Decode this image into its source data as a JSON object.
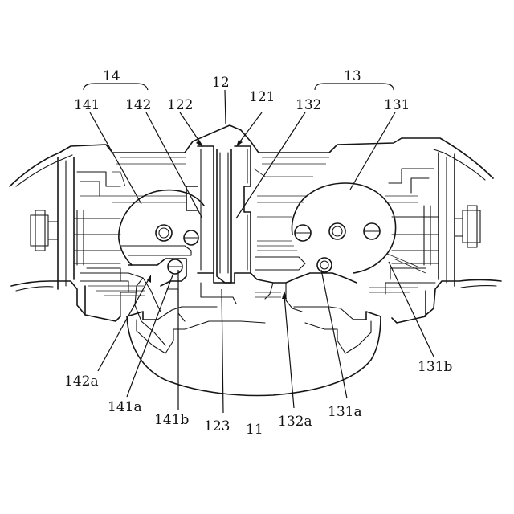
{
  "figure": {
    "labels": {
      "l14": "14",
      "l13": "13",
      "l12": "12",
      "l141": "141",
      "l142": "142",
      "l122": "122",
      "l121": "121",
      "l132": "132",
      "l131": "131",
      "l142a": "142a",
      "l141a": "141a",
      "l141b": "141b",
      "l123": "123",
      "l11": "11",
      "l132a": "132a",
      "l131a": "131a",
      "l131b": "131b"
    },
    "colors": {
      "line": "#151515",
      "background": "#ffffff"
    }
  }
}
